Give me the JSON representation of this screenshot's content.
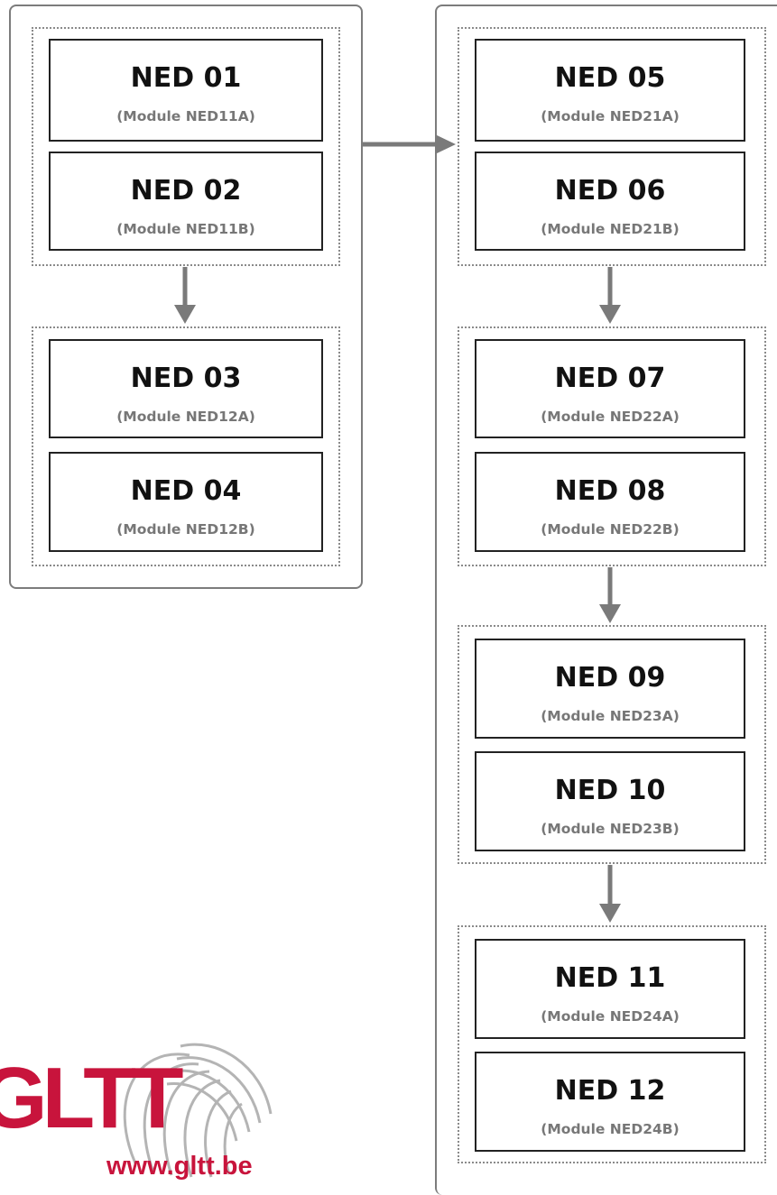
{
  "colors": {
    "arrow": "#7a7a7a",
    "logo_red": "#c8143c",
    "logo_gray": "#9a9a9a",
    "sub_text": "#777777"
  },
  "left_column": {
    "groups": [
      {
        "modules": [
          {
            "code": "NED 01",
            "module": "(Module NED11A)"
          },
          {
            "code": "NED 02",
            "module": "(Module NED11B)"
          }
        ]
      },
      {
        "modules": [
          {
            "code": "NED 03",
            "module": "(Module NED12A)"
          },
          {
            "code": "NED 04",
            "module": "(Module NED12B)"
          }
        ]
      }
    ]
  },
  "right_column": {
    "groups": [
      {
        "modules": [
          {
            "code": "NED 05",
            "module": "(Module NED21A)"
          },
          {
            "code": "NED 06",
            "module": "(Module NED21B)"
          }
        ]
      },
      {
        "modules": [
          {
            "code": "NED 07",
            "module": "(Module NED22A)"
          },
          {
            "code": "NED 08",
            "module": "(Module NED22B)"
          }
        ]
      },
      {
        "modules": [
          {
            "code": "NED 09",
            "module": "(Module NED23A)"
          },
          {
            "code": "NED 10",
            "module": "(Module NED23B)"
          }
        ]
      },
      {
        "modules": [
          {
            "code": "NED 11",
            "module": "(Module NED24A)"
          },
          {
            "code": "NED 12",
            "module": "(Module NED24B)"
          }
        ]
      }
    ]
  },
  "logo": {
    "wordmark": "GLTT",
    "url": "www.gltt.be",
    "icon": "fingerprint-icon"
  }
}
